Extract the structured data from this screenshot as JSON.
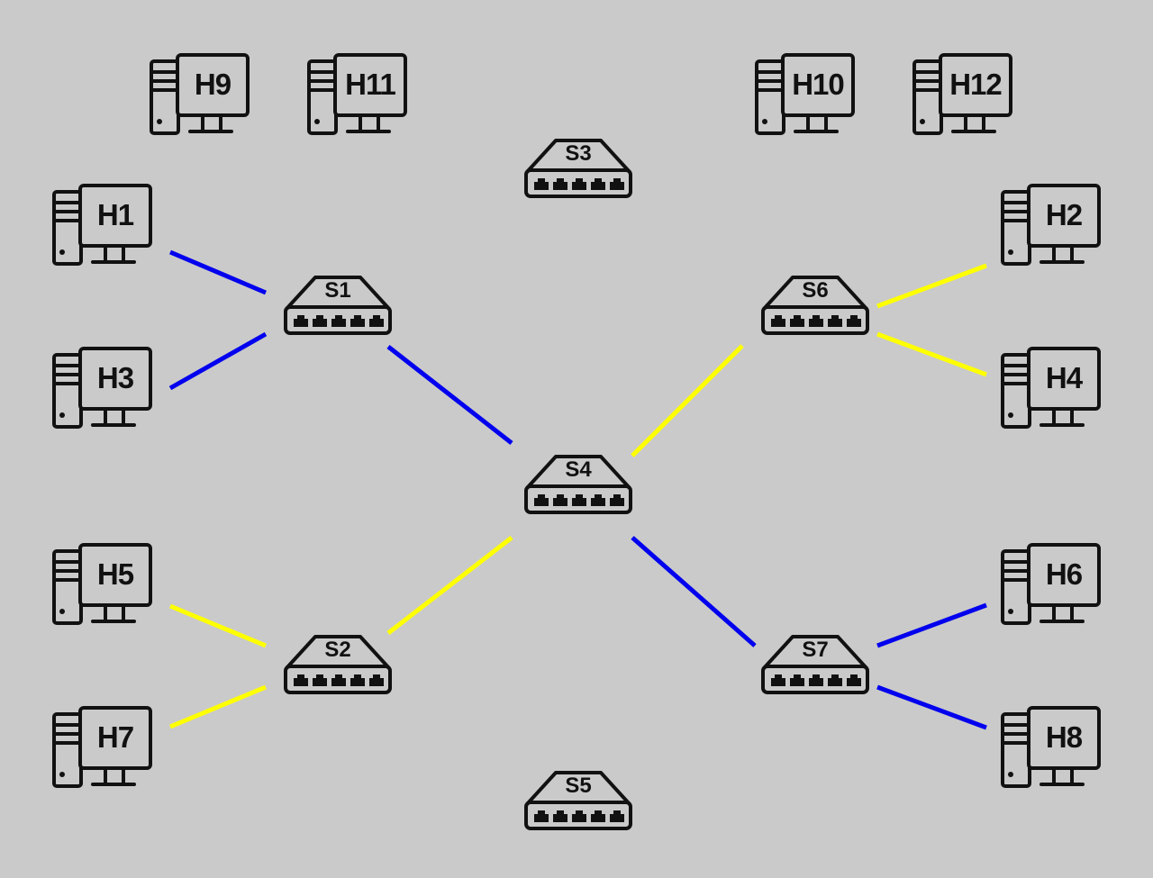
{
  "colors": {
    "background": "#cacaca",
    "blue": "#0000ee",
    "yellow": "#ffff00",
    "icon": "#111111"
  },
  "hosts": [
    {
      "id": "H9",
      "label": "H9",
      "icon": "desktop-computer-icon"
    },
    {
      "id": "H11",
      "label": "H11",
      "icon": "desktop-computer-icon"
    },
    {
      "id": "H10",
      "label": "H10",
      "icon": "desktop-computer-icon"
    },
    {
      "id": "H12",
      "label": "H12",
      "icon": "desktop-computer-icon"
    },
    {
      "id": "H1",
      "label": "H1",
      "icon": "desktop-computer-icon"
    },
    {
      "id": "H2",
      "label": "H2",
      "icon": "desktop-computer-icon"
    },
    {
      "id": "H3",
      "label": "H3",
      "icon": "desktop-computer-icon"
    },
    {
      "id": "H4",
      "label": "H4",
      "icon": "desktop-computer-icon"
    },
    {
      "id": "H5",
      "label": "H5",
      "icon": "desktop-computer-icon"
    },
    {
      "id": "H6",
      "label": "H6",
      "icon": "desktop-computer-icon"
    },
    {
      "id": "H7",
      "label": "H7",
      "icon": "desktop-computer-icon"
    },
    {
      "id": "H8",
      "label": "H8",
      "icon": "desktop-computer-icon"
    }
  ],
  "switches": [
    {
      "id": "S1",
      "label": "S1",
      "icon": "network-switch-icon"
    },
    {
      "id": "S2",
      "label": "S2",
      "icon": "network-switch-icon"
    },
    {
      "id": "S3",
      "label": "S3",
      "icon": "network-switch-icon"
    },
    {
      "id": "S4",
      "label": "S4",
      "icon": "network-switch-icon"
    },
    {
      "id": "S5",
      "label": "S5",
      "icon": "network-switch-icon"
    },
    {
      "id": "S6",
      "label": "S6",
      "icon": "network-switch-icon"
    },
    {
      "id": "S7",
      "label": "S7",
      "icon": "network-switch-icon"
    }
  ],
  "links": [
    {
      "from": "H1",
      "to": "S1",
      "color": "blue"
    },
    {
      "from": "H3",
      "to": "S1",
      "color": "blue"
    },
    {
      "from": "S1",
      "to": "S4",
      "color": "blue"
    },
    {
      "from": "S4",
      "to": "S7",
      "color": "blue"
    },
    {
      "from": "S7",
      "to": "H6",
      "color": "blue"
    },
    {
      "from": "S7",
      "to": "H8",
      "color": "blue"
    },
    {
      "from": "H5",
      "to": "S2",
      "color": "yellow"
    },
    {
      "from": "H7",
      "to": "S2",
      "color": "yellow"
    },
    {
      "from": "S2",
      "to": "S4",
      "color": "yellow"
    },
    {
      "from": "S4",
      "to": "S6",
      "color": "yellow"
    },
    {
      "from": "S6",
      "to": "H2",
      "color": "yellow"
    },
    {
      "from": "S6",
      "to": "H4",
      "color": "yellow"
    }
  ]
}
